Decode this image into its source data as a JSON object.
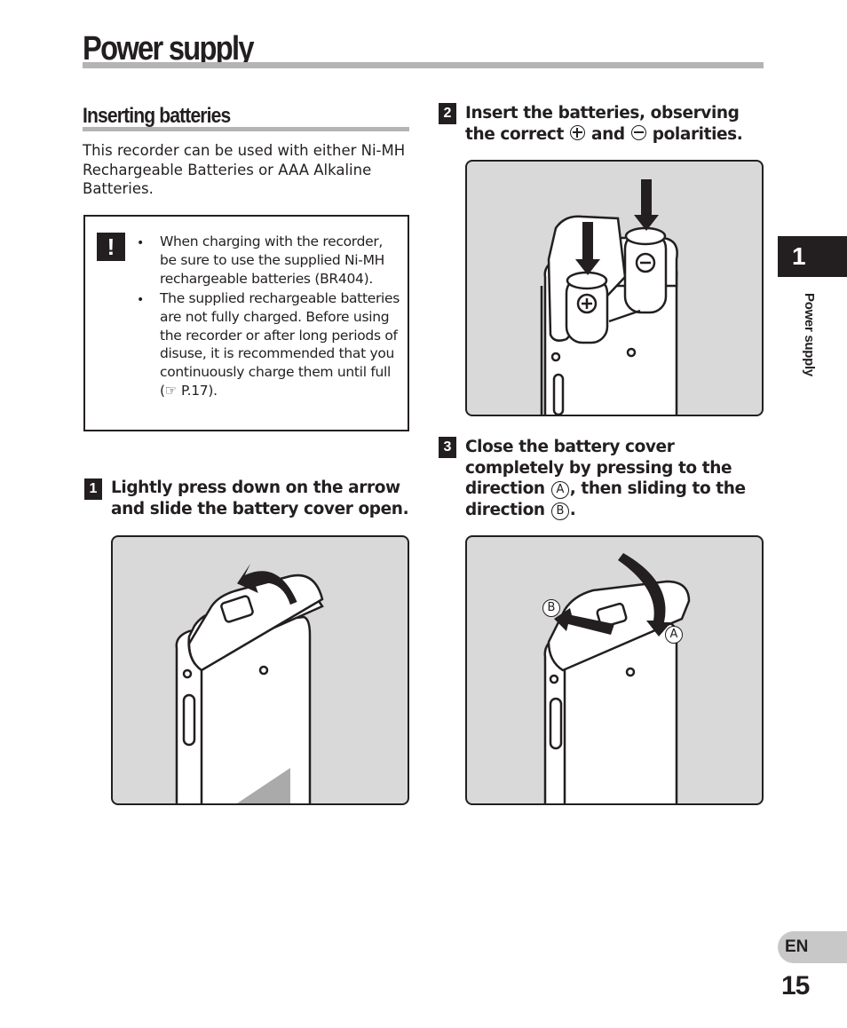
{
  "page": {
    "title": "Power supply",
    "section_title": "Inserting batteries",
    "intro": "This recorder can be used with either Ni-MH Rechargeable Batteries or AAA Alkaline Batteries."
  },
  "caution": {
    "icon": "!",
    "items": [
      "When charging with the recorder, be sure to use the supplied Ni-MH rechargeable batteries (BR404).",
      "The supplied rechargeable batteries are not fully charged. Before using the recorder or after long periods of disuse, it is recommended that you continuously charge them until full (☞ P.17)."
    ]
  },
  "steps": [
    {
      "num": "1",
      "text_a": "Lightly press down on the arrow",
      "text_b": "and slide the battery cover open."
    },
    {
      "num": "2",
      "text_a": "Insert the batteries, observing",
      "text_b_pre": "the correct",
      "text_b_mid": "and",
      "text_b_post": "polarities."
    },
    {
      "num": "3",
      "text_a": "Close the battery cover",
      "text_b": "completely by pressing to the",
      "text_c_pre": "direction",
      "text_c_post": ", then sliding to the",
      "text_d_pre": "direction",
      "text_d_post": "."
    }
  ],
  "labels": {
    "a": "A",
    "b": "B"
  },
  "side": {
    "chapter": "1",
    "label": "Power supply",
    "lang": "EN",
    "page_number": "15"
  }
}
